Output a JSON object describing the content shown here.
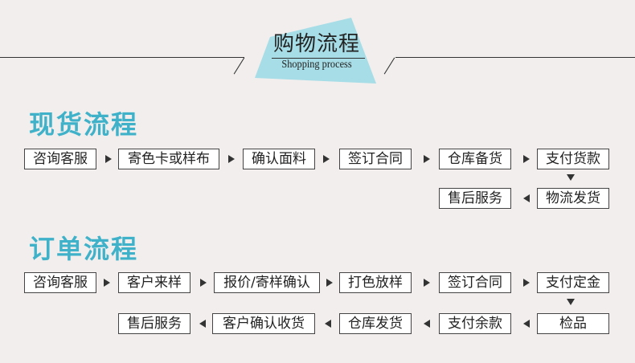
{
  "header": {
    "title": "购物流程",
    "subtitle": "Shopping process",
    "accent_color": "#a7dde6"
  },
  "spot_flow": {
    "title": "现货流程",
    "title_color": "#3fb2c9",
    "row1": [
      "咨询客服",
      "寄色卡或样布",
      "确认面料",
      "签订合同",
      "仓库备货",
      "支付货款"
    ],
    "row2": [
      "售后服务",
      "物流发货"
    ]
  },
  "order_flow": {
    "title": "订单流程",
    "title_color": "#3fb2c9",
    "row1": [
      "咨询客服",
      "客户来样",
      "报价/寄样确认",
      "打色放样",
      "签订合同",
      "支付定金"
    ],
    "row2": [
      "售后服务",
      "客户确认收货",
      "仓库发货",
      "支付余款",
      "检品"
    ]
  }
}
